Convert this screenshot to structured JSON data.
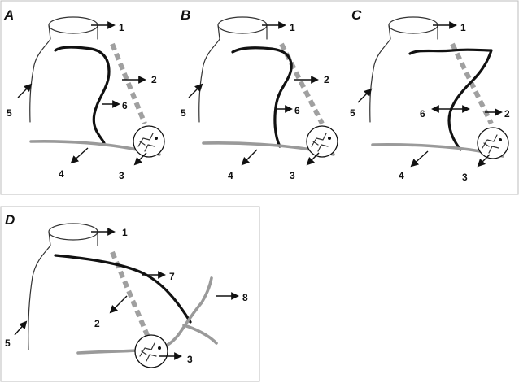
{
  "panels": [
    {
      "id": "A",
      "label": "A",
      "labels": {
        "n1": "1",
        "n2": "2",
        "n3": "3",
        "n4": "4",
        "n5": "5",
        "n6": "6"
      }
    },
    {
      "id": "B",
      "label": "B",
      "labels": {
        "n1": "1",
        "n2": "2",
        "n3": "3",
        "n4": "4",
        "n5": "5",
        "n6": "6"
      }
    },
    {
      "id": "C",
      "label": "C",
      "labels": {
        "n1": "1",
        "n2": "2",
        "n3": "3",
        "n4": "4",
        "n5": "5",
        "n6": "6"
      }
    },
    {
      "id": "D",
      "label": "D",
      "labels": {
        "n1": "1",
        "n2": "2",
        "n3": "3",
        "n5": "5",
        "n7": "7",
        "n8": "8"
      }
    }
  ]
}
